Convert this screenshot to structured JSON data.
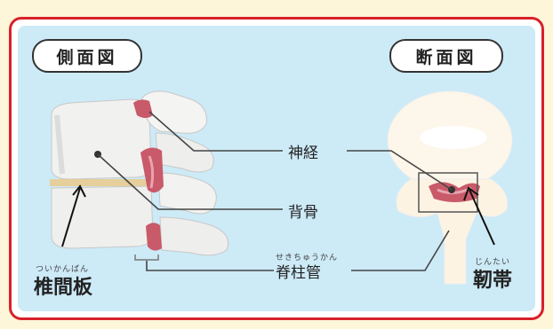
{
  "side_view": {
    "title": "側面図"
  },
  "cross_section": {
    "title": "断面図"
  },
  "labels": {
    "nerve": "神経",
    "bone": "背骨",
    "canal": {
      "text": "脊柱管",
      "ruby": "せきちゅうかん"
    },
    "disc": {
      "text": "椎間板",
      "ruby": "ついかんばん"
    },
    "ligament": {
      "text": "靭帯",
      "ruby": "じんたい"
    }
  },
  "colors": {
    "border": "#d8212a",
    "panel": "#cdeaf7",
    "outer": "#fdf6d8",
    "tissue": "#c85a6a"
  }
}
